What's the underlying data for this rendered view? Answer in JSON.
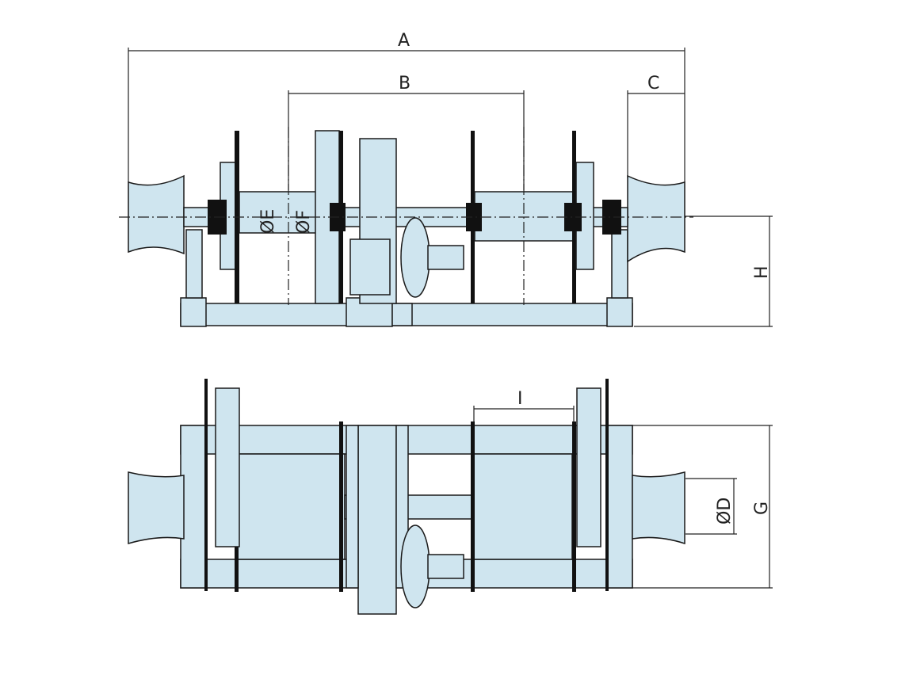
{
  "drawing": {
    "fill_color": "#cfe5ef",
    "line_color": "#1a1a1a",
    "dimension_labels": {
      "A": "A",
      "B": "B",
      "C": "C",
      "E": "ØE",
      "F": "ØF",
      "H": "H",
      "I": "I",
      "D": "ØD",
      "G": "G"
    }
  }
}
